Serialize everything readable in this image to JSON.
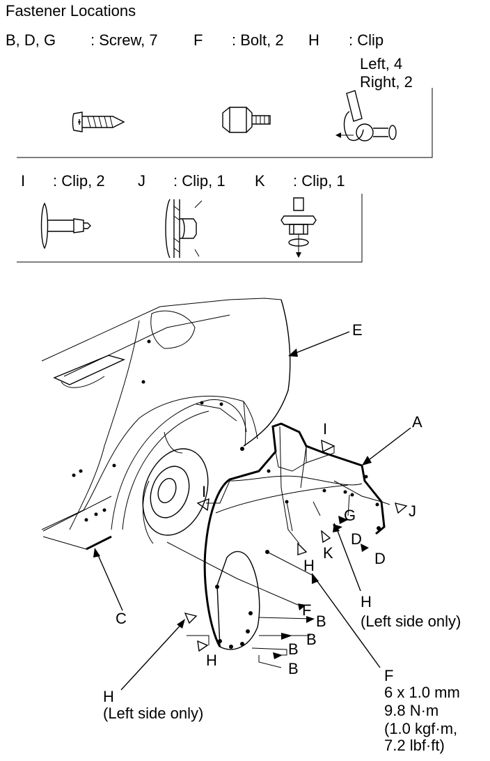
{
  "title": "Fastener Locations",
  "row1": {
    "bdg_letters": "B, D, G",
    "bdg_desc": ": Screw, 7",
    "f_letter": "F",
    "f_desc": ": Bolt, 2",
    "h_letter": "H",
    "h_desc": ": Clip",
    "h_left": "Left, 4",
    "h_right": "Right, 2"
  },
  "row2": {
    "i_letter": "I",
    "i_desc": ": Clip, 2",
    "j_letter": "J",
    "j_desc": ": Clip, 1",
    "k_letter": "K",
    "k_desc": ": Clip, 1"
  },
  "callouts": {
    "E": "E",
    "A": "A",
    "I_top": "I",
    "I_mid": "I",
    "J": "J",
    "G": "G",
    "D1": "D",
    "D2": "D",
    "K": "K",
    "H_mid": "H",
    "C": "C",
    "F_mid": "F",
    "B1": "B",
    "B2": "B",
    "B3": "B",
    "B4": "B",
    "H_low": "H",
    "H_right": "H",
    "H_right_note": "(Left side only)",
    "H_left": "H",
    "H_left_note": "(Left side only)",
    "F_low": "F",
    "spec1": "6 x 1.0 mm",
    "spec2": "9.8 N·m",
    "spec3": "(1.0 kgf·m,",
    "spec4": "7.2 lbf·ft)"
  }
}
